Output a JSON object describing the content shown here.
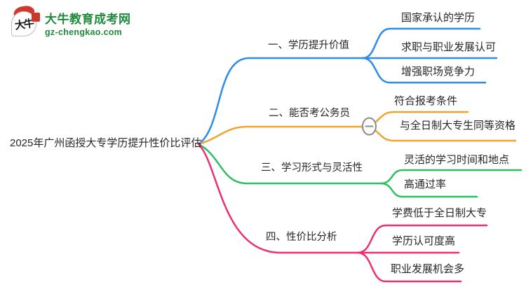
{
  "logo": {
    "icon_text": "大牛",
    "title": "大牛教育成考网",
    "domain": "gz-chengkao.com",
    "brand_color": "#1f8a3c",
    "seal_color": "#c8392b"
  },
  "root": {
    "label": "2025年广州函授大专学历提升性价比评估"
  },
  "collapse_icon": {
    "symbol": "minus",
    "stroke": "#8a8a8a",
    "fill": "#ffffff"
  },
  "branches": [
    {
      "label": "一、学历提升价值",
      "color": "#2e8be6",
      "children": [
        "国家承认的学历",
        "求职与职业发展认可",
        "增强职场竞争力"
      ]
    },
    {
      "label": "二、能否考公务员",
      "color": "#f0a330",
      "children": [
        "符合报考条件",
        "与全日制大专生同等资格"
      ]
    },
    {
      "label": "三、学习形式与灵活性",
      "color": "#2ebe62",
      "children": [
        "灵活的学习时间和地点",
        "高通过率"
      ]
    },
    {
      "label": "四、性价比分析",
      "color": "#ee2f6f",
      "children": [
        "学费低于全日制大专",
        "学历认可度高",
        "职业发展机会多"
      ]
    }
  ]
}
